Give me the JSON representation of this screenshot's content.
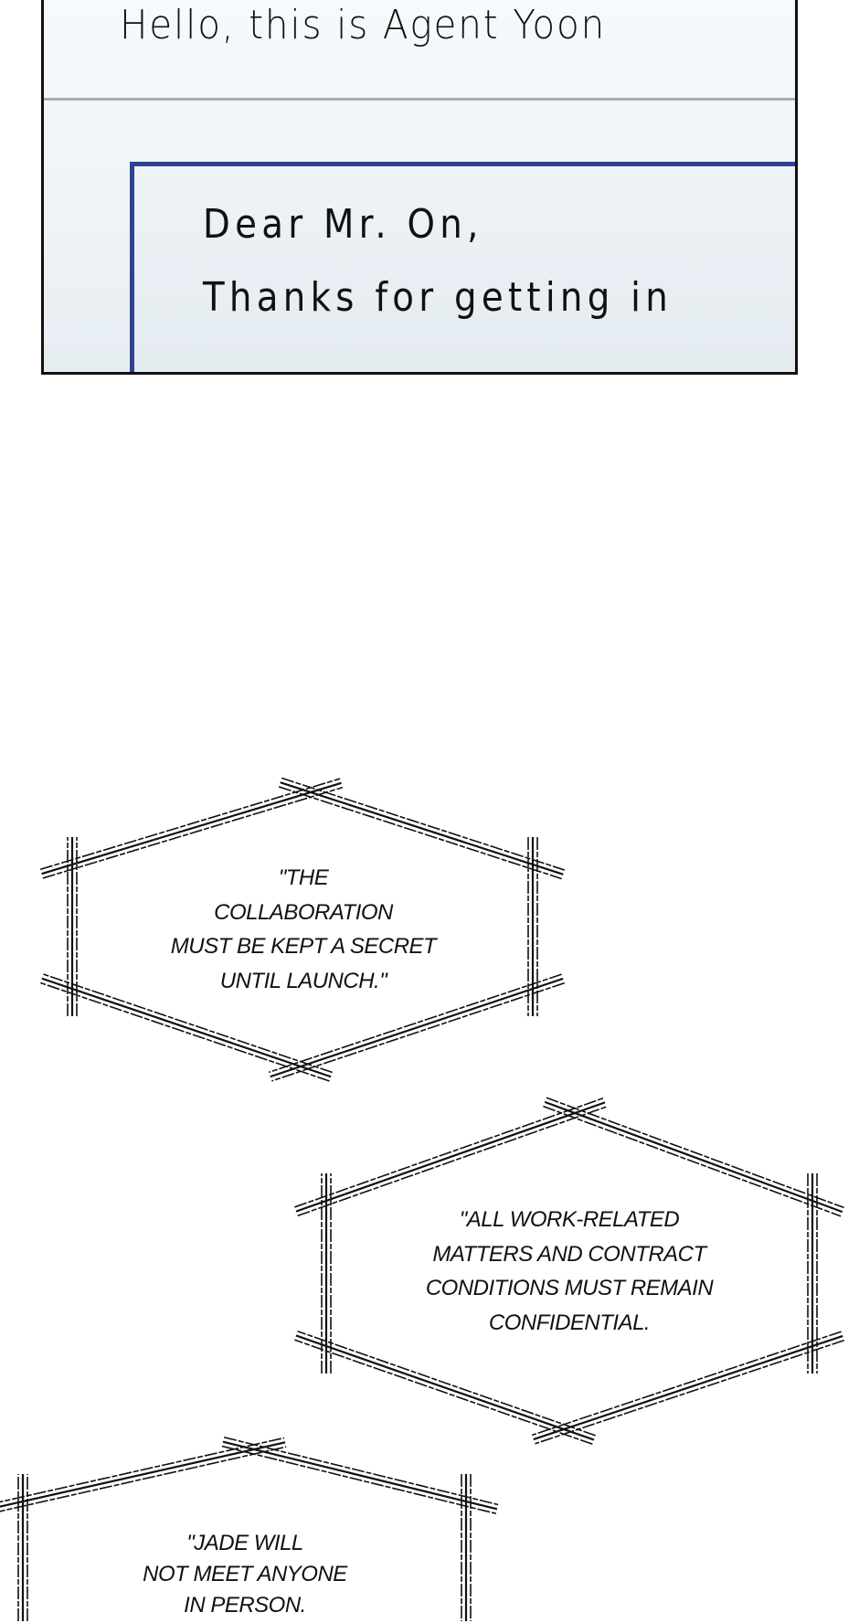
{
  "email": {
    "subject": "Hello, this is Agent Yoon",
    "body_lines": [
      "Dear Mr. On,",
      "Thanks for getting in"
    ],
    "accent_color": "#2e4391"
  },
  "captions": [
    {
      "lines": [
        "\"THE",
        "COLLABORATION",
        "MUST BE KEPT A SECRET",
        "UNTIL LAUNCH.\""
      ]
    },
    {
      "lines": [
        "\"ALL WORK-RELATED",
        "MATTERS AND CONTRACT",
        "CONDITIONS MUST REMAIN",
        "CONFIDENTIAL."
      ]
    },
    {
      "lines": [
        "\"JADE WILL",
        "NOT MEET ANYONE",
        "IN PERSON."
      ]
    }
  ]
}
